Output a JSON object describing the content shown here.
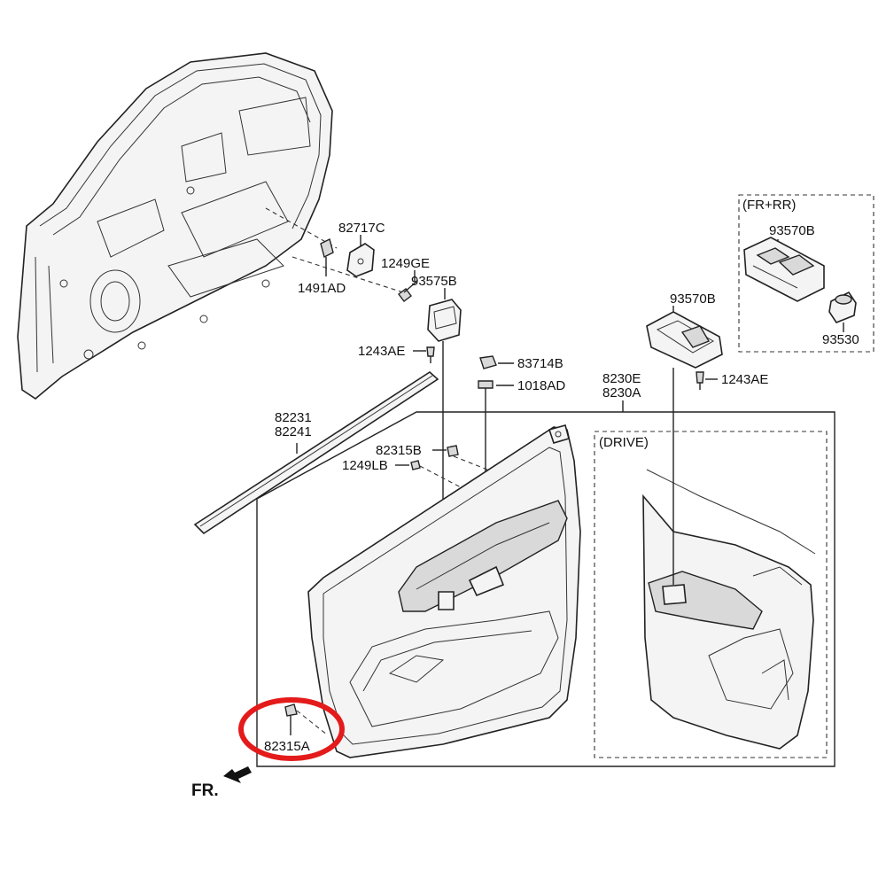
{
  "labels": {
    "p82717C": "82717C",
    "p1249GE": "1249GE",
    "p1491AD": "1491AD",
    "p93575B": "93575B",
    "p1243AE_left": "1243AE",
    "p83714B": "83714B",
    "p1018AD": "1018AD",
    "p82231": "82231",
    "p82241": "82241",
    "p82315B": "82315B",
    "p1249LB": "1249LB",
    "p8230E": "8230E",
    "p8230A": "8230A",
    "p93570B_mid": "93570B",
    "p1243AE_right": "1243AE",
    "p93570B_inset": "93570B",
    "p93530": "93530",
    "p82315A": "82315A"
  },
  "inset_title": "(FR+RR)",
  "drive_title": "(DRIVE)",
  "direction": "FR.",
  "colors": {
    "highlight": "#e41b1b",
    "line": "#222222",
    "fill": "#f4f4f4"
  }
}
